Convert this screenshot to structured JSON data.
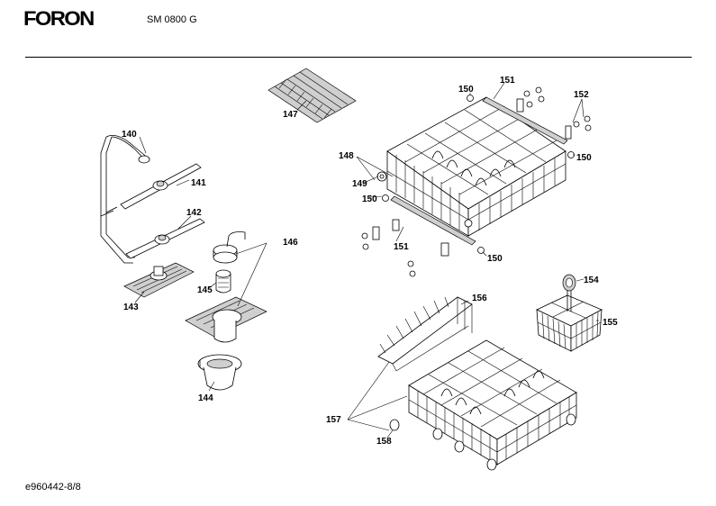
{
  "header": {
    "brand": "FORON",
    "model": "SM 0800 G"
  },
  "footer": {
    "doc_id": "e960442-8/8"
  },
  "callouts": {
    "c140": "140",
    "c141": "141",
    "c142": "142",
    "c143": "143",
    "c144": "144",
    "c145": "145",
    "c146": "146",
    "c147": "147",
    "c148": "148",
    "c149": "149",
    "c150a": "150",
    "c150b": "150",
    "c150c": "150",
    "c150d": "150",
    "c151a": "151",
    "c151b": "151",
    "c152": "152",
    "c154": "154",
    "c155": "155",
    "c156": "156",
    "c157": "157",
    "c158": "158"
  }
}
